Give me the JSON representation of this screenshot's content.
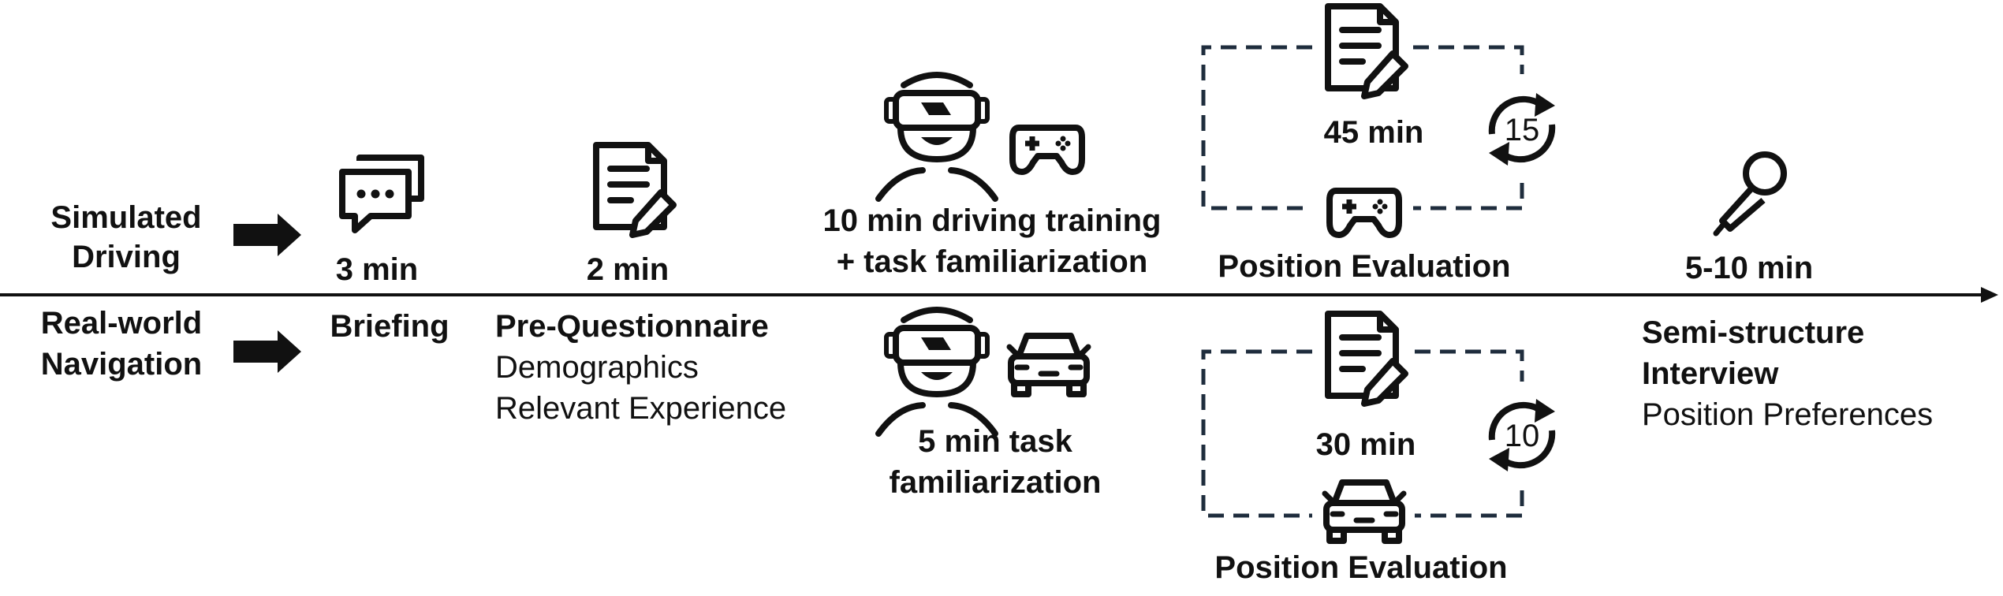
{
  "rows": {
    "simulated": {
      "line1": "Simulated",
      "line2": "Driving"
    },
    "real": {
      "line1": "Real-world",
      "line2": "Navigation"
    }
  },
  "briefing": {
    "duration": "3 min",
    "label": "Briefing"
  },
  "pre_questionnaire": {
    "duration": "2 min",
    "title": "Pre-Questionnaire",
    "items": [
      "Demographics",
      "Relevant Experience"
    ]
  },
  "training": {
    "simulated": {
      "line1": "10 min driving training",
      "line2": "+ task familiarization"
    },
    "real": {
      "line1": "5 min task",
      "line2": "familiarization"
    }
  },
  "evaluation": {
    "simulated": {
      "duration": "45 min",
      "repeat": "15",
      "label": "Position Evaluation"
    },
    "real": {
      "duration": "30 min",
      "repeat": "10",
      "label": "Position Evaluation"
    }
  },
  "interview": {
    "duration": "5-10 min",
    "title_line1": "Semi-structure",
    "title_line2": "Interview",
    "subtitle": "Position Preferences"
  },
  "colors": {
    "line": "#111111",
    "dashed": "#1f2d3d"
  }
}
